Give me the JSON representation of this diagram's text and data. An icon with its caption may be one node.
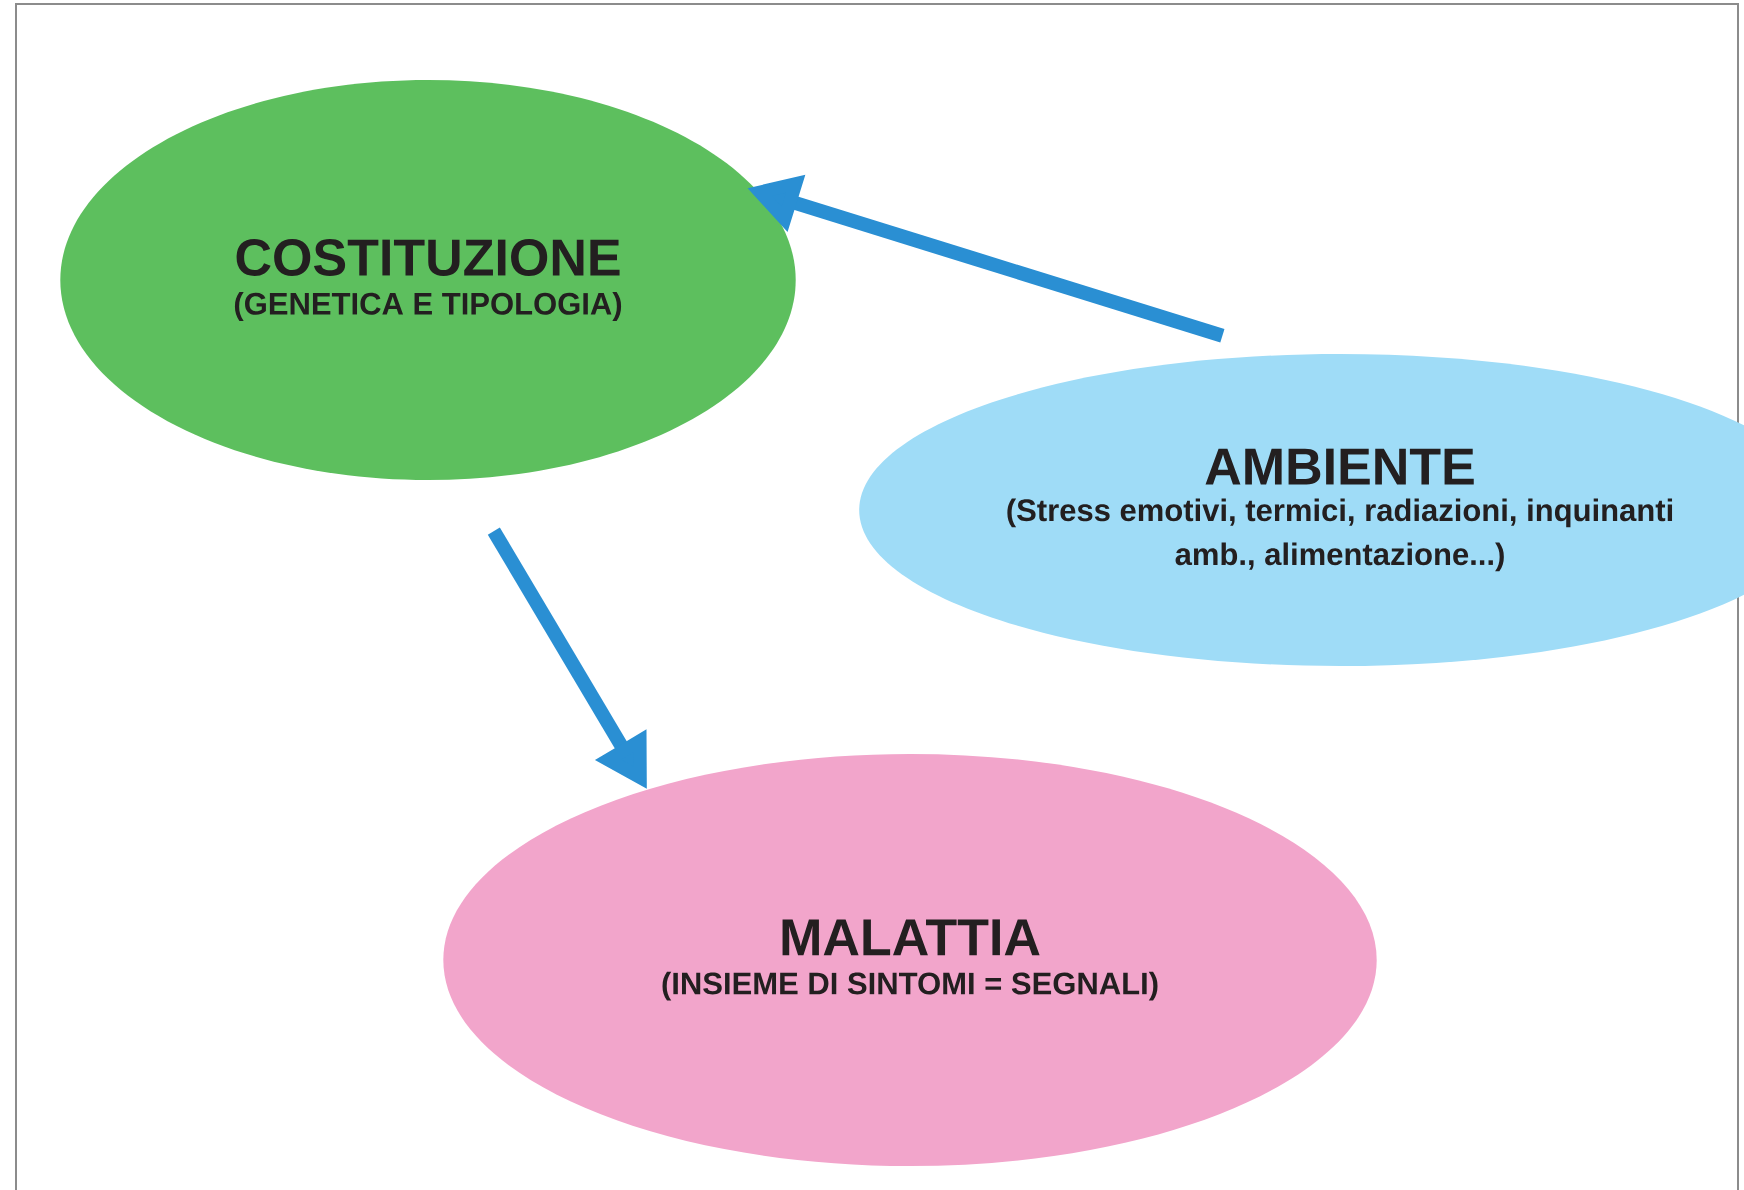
{
  "diagram": {
    "nodes": [
      {
        "text": [
          "COSTITUZIONE",
          "(GENETICA E TIPOLOGIA)"
        ]
      },
      {
        "text": [
          "AMBIENTE",
          "(Stress emotivi, termici, radiazioni, inquinanti amb., alimentazione...)"
        ]
      },
      {
        "text": [
          "MALATTIA",
          "(INSIEME DI SINTOMI = SEGNALI)"
        ]
      }
    ],
    "edges": [
      {
        "from": 1,
        "to": 0,
        "arrow": "to"
      },
      {
        "from": 0,
        "to": 2,
        "arrow": "to"
      }
    ]
  }
}
